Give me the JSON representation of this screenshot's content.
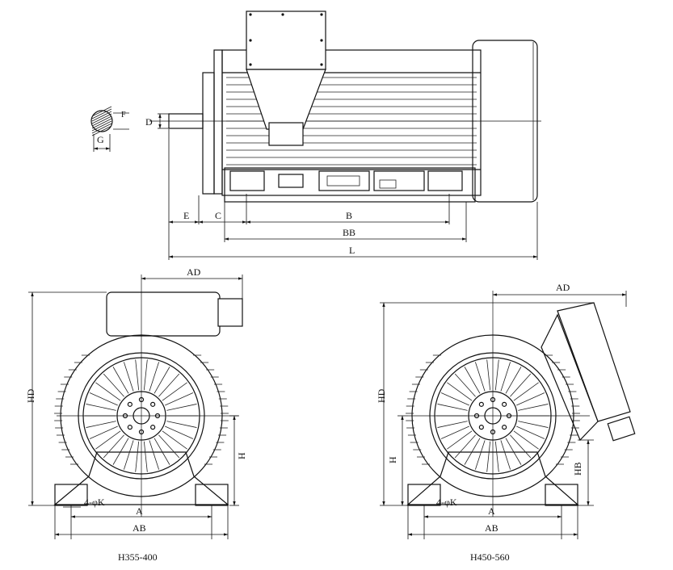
{
  "labels": {
    "d": "D",
    "f": "F",
    "g": "G",
    "e": "E",
    "c": "C",
    "b": "B",
    "bb": "BB",
    "l": "L",
    "ad": "AD",
    "hd": "HD",
    "h": "H",
    "hb": "HB",
    "a": "A",
    "ab": "AB",
    "k": "4-φK"
  },
  "captions": {
    "left": "H355-400",
    "right": "H450-560"
  }
}
